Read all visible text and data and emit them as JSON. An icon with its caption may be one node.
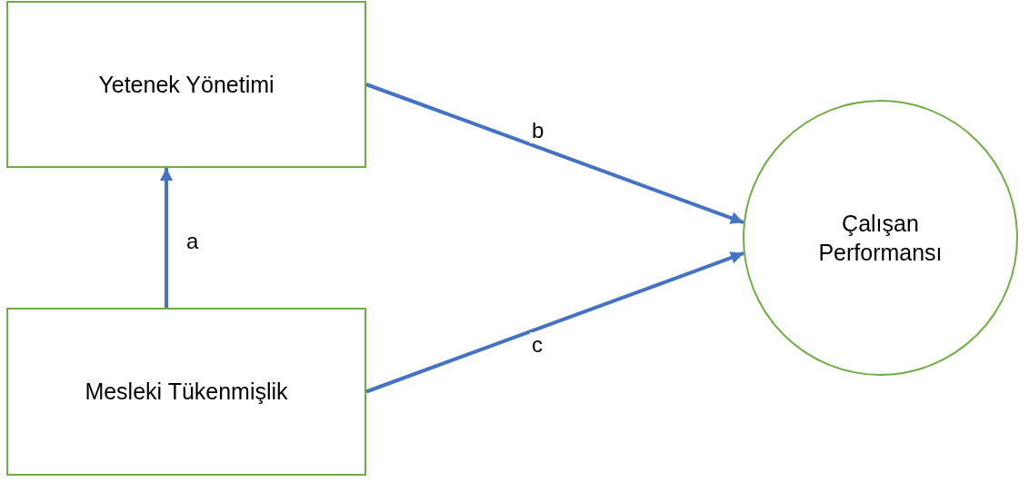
{
  "diagram": {
    "nodes": [
      {
        "text": [
          "Yetenek Yönetimi"
        ]
      },
      {
        "text": [
          "Mesleki Tükenmişlik"
        ]
      },
      {
        "text": [
          "Çalışan Performansı"
        ]
      }
    ],
    "edges": [
      {
        "from": 1,
        "to": 0,
        "arrow": "to",
        "label": "a"
      },
      {
        "from": 0,
        "to": 2,
        "arrow": "to",
        "label": "b"
      },
      {
        "from": 1,
        "to": 2,
        "arrow": "to",
        "label": "c"
      }
    ]
  }
}
